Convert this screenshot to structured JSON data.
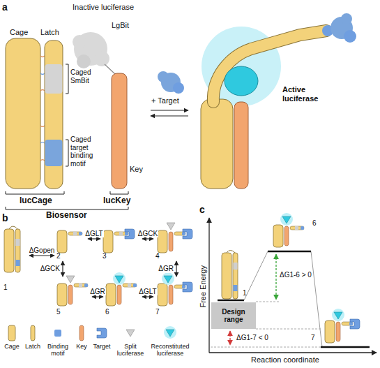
{
  "diagram": {
    "nodes": [
      {
        "text": [
          "1"
        ]
      },
      {
        "text": [
          "2"
        ]
      },
      {
        "text": [
          "3"
        ]
      },
      {
        "text": [
          "4"
        ]
      },
      {
        "text": [
          "5"
        ]
      },
      {
        "text": [
          "6"
        ]
      },
      {
        "text": [
          "7"
        ]
      },
      {
        "text": [
          "Design range"
        ]
      }
    ],
    "edges": [
      {
        "from": 0,
        "to": 1,
        "arrow": "both",
        "label": "ΔGopen"
      },
      {
        "from": 1,
        "to": 2,
        "arrow": "both",
        "label": "ΔGLT"
      },
      {
        "from": 2,
        "to": 3,
        "arrow": "both",
        "label": "ΔGCK"
      },
      {
        "from": 1,
        "to": 4,
        "arrow": "both",
        "label": "ΔGCK"
      },
      {
        "from": 3,
        "to": 6,
        "arrow": "both",
        "label": "ΔGR"
      },
      {
        "from": 4,
        "to": 5,
        "arrow": "both",
        "label": "ΔGR"
      },
      {
        "from": 5,
        "to": 6,
        "arrow": "both",
        "label": "ΔGLT"
      }
    ],
    "labels": [
      "a",
      "Cage",
      "Latch",
      "Inactive luciferase",
      "LgBit",
      "Caged SmBit",
      "Caged target binding motif",
      "Key",
      "lucCage",
      "lucKey",
      "Biosensor",
      "+ Target",
      "Active luciferase",
      "b",
      "c",
      "Free Energy",
      "Reaction coordinate",
      "1",
      "6",
      "7",
      "ΔG1-6 > 0",
      "ΔG1-7 < 0"
    ],
    "legend": [
      {
        "text": "Cage"
      },
      {
        "text": "Latch"
      },
      {
        "text": "Binding motif"
      },
      {
        "text": "Key"
      },
      {
        "text": "Target"
      },
      {
        "text": "Split luciferase"
      },
      {
        "text": "Reconstituted luciferase"
      }
    ]
  }
}
